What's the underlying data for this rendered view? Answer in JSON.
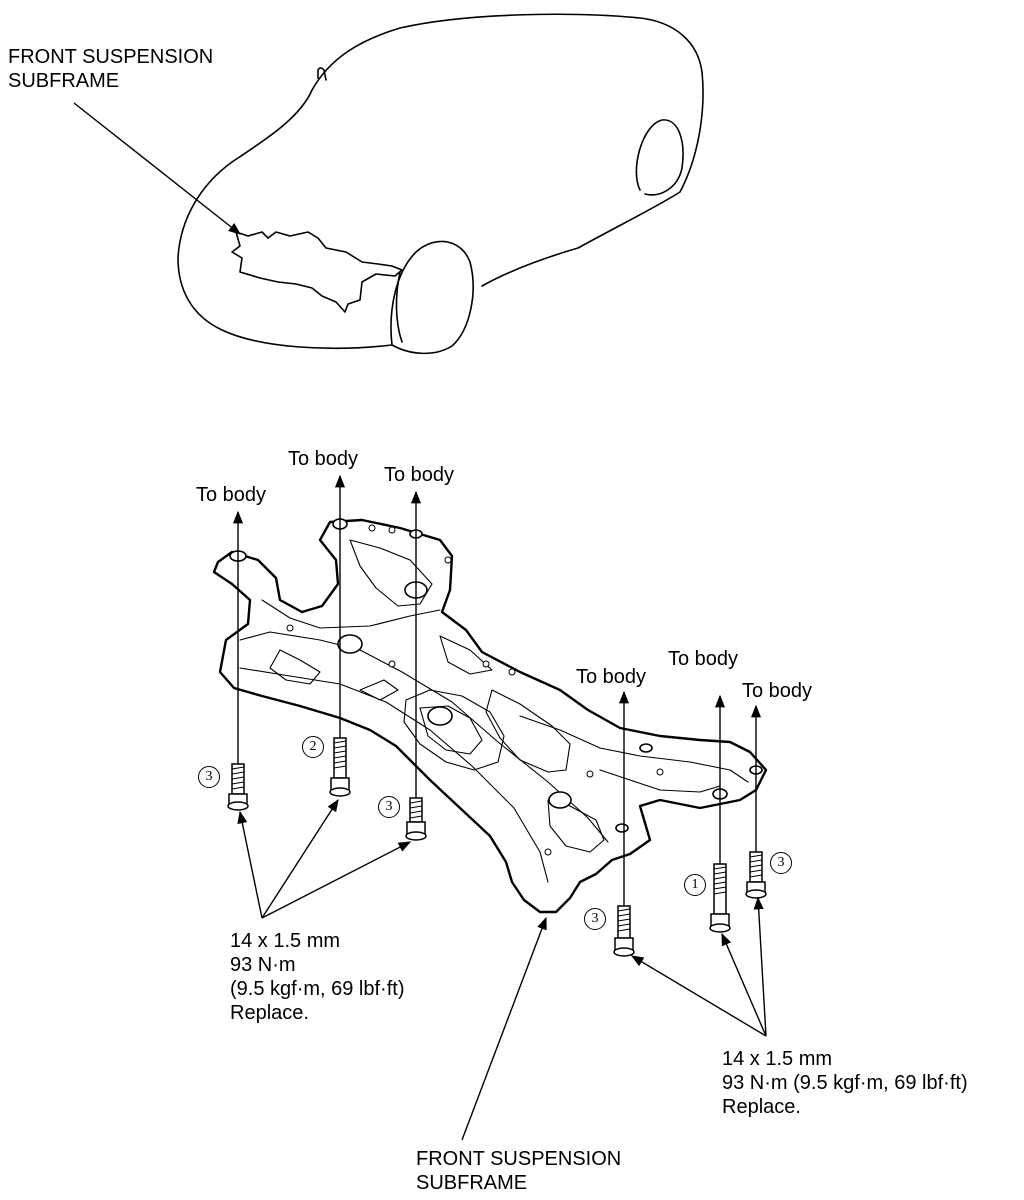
{
  "labels": {
    "car_subframe_title_line1": "FRONT SUSPENSION",
    "car_subframe_title_line2": "SUBFRAME",
    "bottom_subframe_title_line1": "FRONT SUSPENSION",
    "bottom_subframe_title_line2": "SUBFRAME",
    "to_body": "To body"
  },
  "callouts": {
    "left_spec": {
      "size": "14 x 1.5 mm",
      "torque": "93 N·m",
      "torque_alt": "(9.5 kgf·m, 69 lbf·ft)",
      "note": "Replace."
    },
    "right_spec": {
      "size": "14 x 1.5 mm",
      "torque": "93 N·m (9.5 kgf·m, 69 lbf·ft)",
      "note": "Replace."
    }
  },
  "bolt_numbers": {
    "one": "1",
    "two": "2",
    "three": "3"
  },
  "colors": {
    "line": "#000000",
    "background": "#ffffff"
  }
}
